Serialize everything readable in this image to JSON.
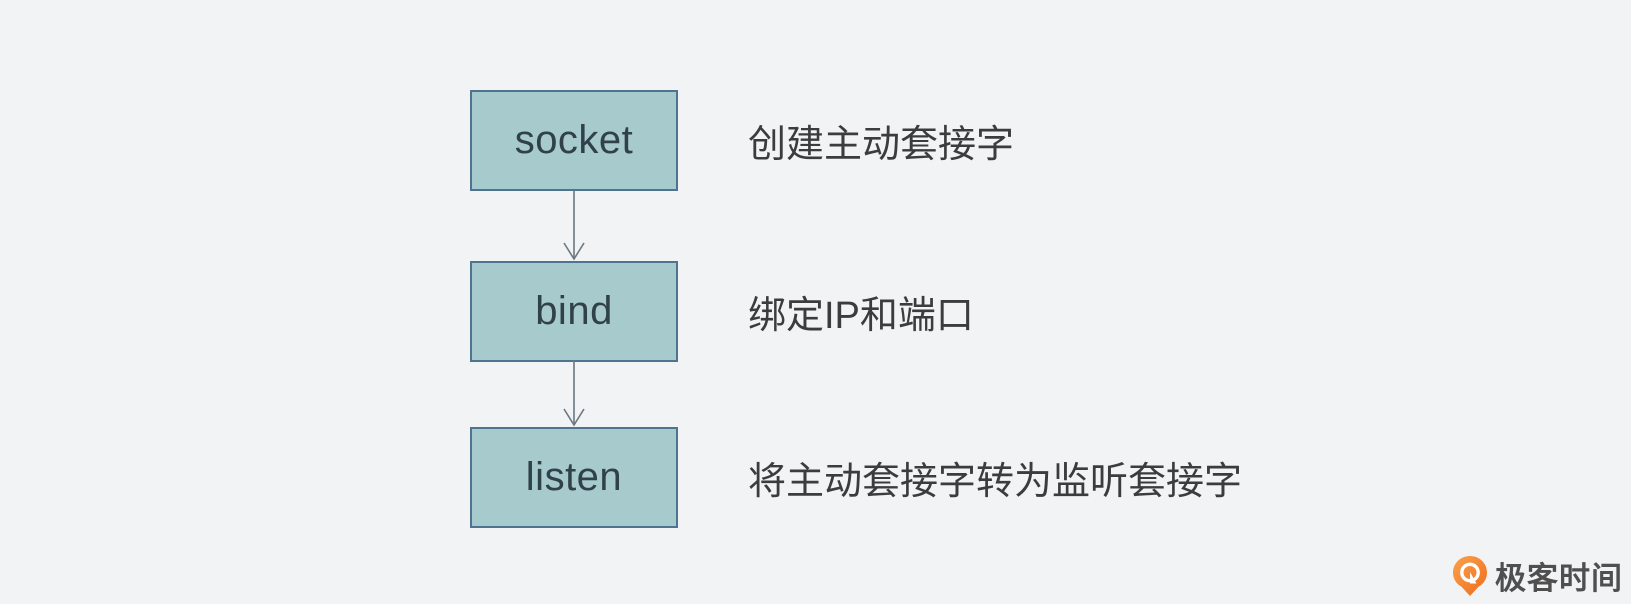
{
  "diagram": {
    "steps": [
      {
        "box_label": "socket",
        "description": "创建主动套接字"
      },
      {
        "box_label": "bind",
        "description": "绑定IP和端口"
      },
      {
        "box_label": "listen",
        "description": "将主动套接字转为监听套接字"
      }
    ]
  },
  "branding": {
    "logo_text": "极客时间"
  },
  "colors": {
    "background": "#f1f3f5",
    "box_fill": "#a7cacd",
    "box_border": "#4e7490",
    "box_text": "#30414a",
    "description_text": "#3c3c3c",
    "arrow": "#6b7880",
    "logo_orange": "#f47e20",
    "logo_text_gray": "#4f4f4f"
  }
}
